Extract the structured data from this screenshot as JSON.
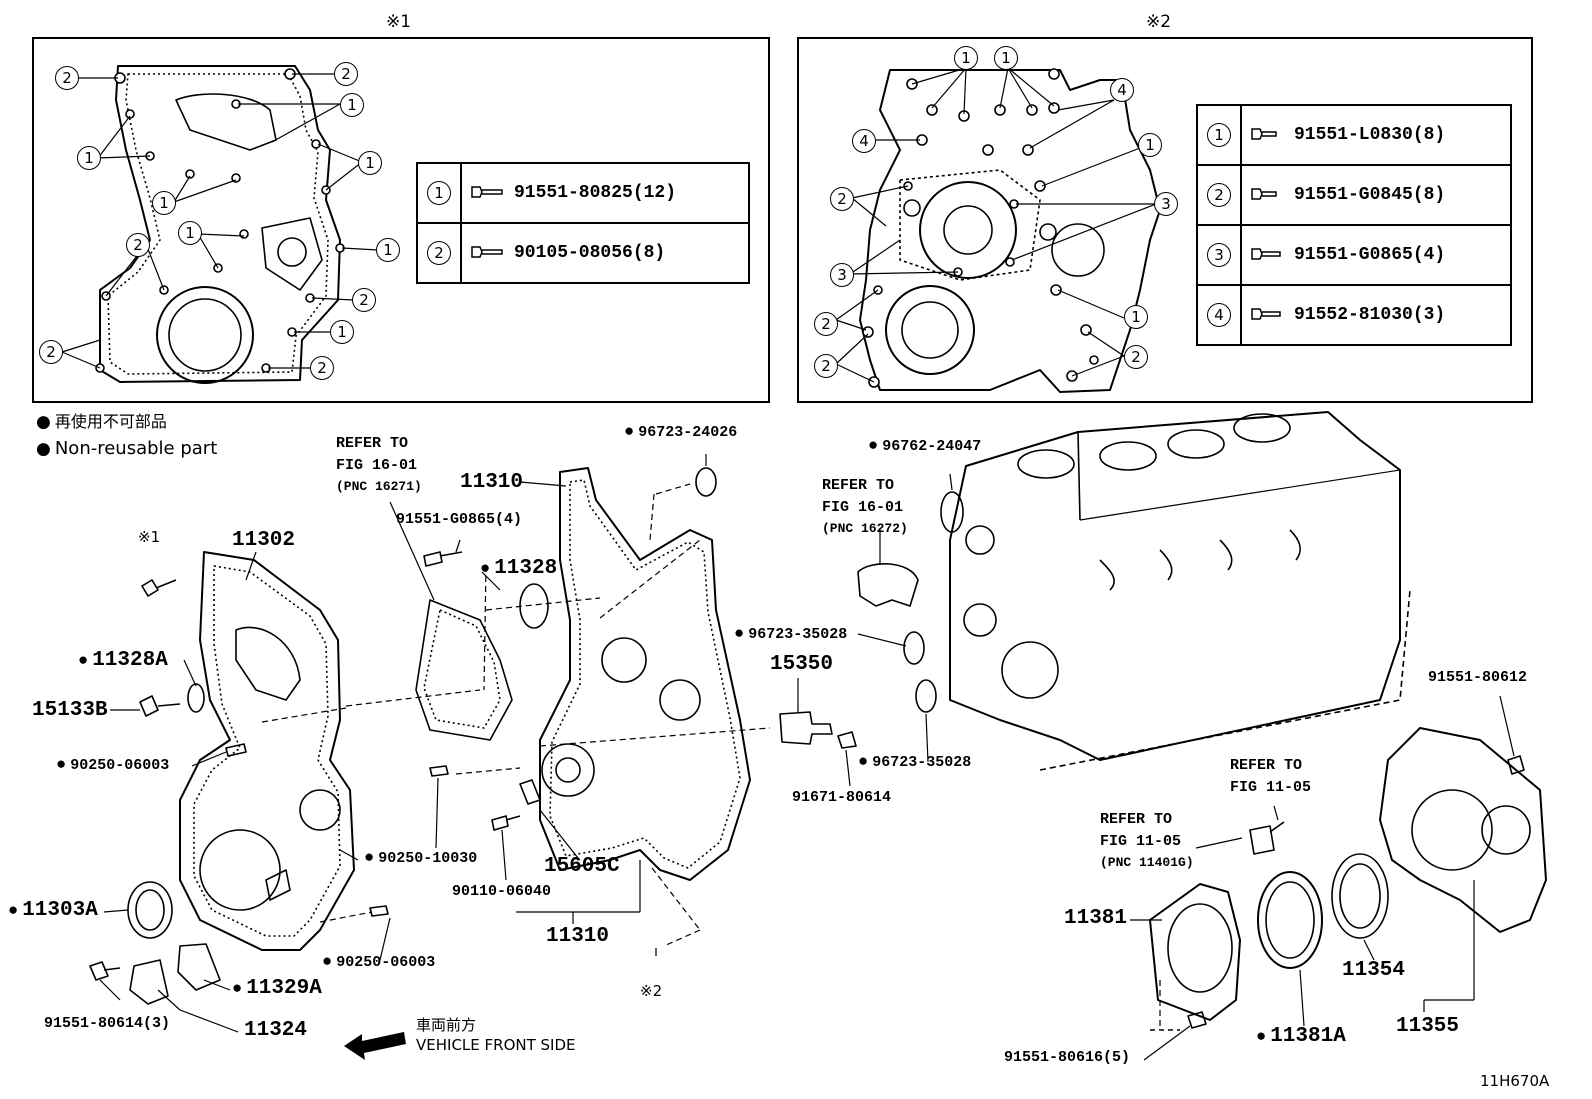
{
  "insets": [
    {
      "mark": "※1",
      "legend": [
        {
          "num": "1",
          "part": "91551-80825(12)"
        },
        {
          "num": "2",
          "part": "90105-08056(8)"
        }
      ]
    },
    {
      "mark": "※2",
      "legend": [
        {
          "num": "1",
          "part": "91551-L0830(8)"
        },
        {
          "num": "2",
          "part": "91551-G0845(8)"
        },
        {
          "num": "3",
          "part": "91551-G0865(4)"
        },
        {
          "num": "4",
          "part": "91552-81030(3)"
        }
      ]
    }
  ],
  "notes": {
    "jp": "再使用不可部品",
    "en": "Non-reusable part",
    "direction_jp": "車両前方",
    "direction_en": "VEHICLE FRONT SIDE",
    "fig_code": "11H670A"
  },
  "callouts": {
    "c1": "1",
    "c2": "2",
    "c3": "3",
    "c4": "4"
  },
  "parts": {
    "p11302": "11302",
    "p11328a": "11328A",
    "p15133b": "15133B",
    "p90250_06003a": "90250-06003",
    "p11303a": "11303A",
    "p91551_80614": "91551-80614(3)",
    "p11324": "11324",
    "p11329a": "11329A",
    "p90250_06003b": "90250-06003",
    "mark1": "※1",
    "mark2": "※2",
    "refer1_a": "REFER TO",
    "refer1_b": "FIG 16-01",
    "refer1_c": "(PNC 16271)",
    "p11310a": "11310",
    "p91551_g0865": "91551-G0865(4)",
    "p11328": "11328",
    "p96723_24026": "96723-24026",
    "p90250_10030": "90250-10030",
    "p90110_06040": "90110-06040",
    "p15605c": "15605C",
    "p11310b": "11310",
    "p96762_24047": "96762-24047",
    "refer2_a": "REFER TO",
    "refer2_b": "FIG 16-01",
    "refer2_c": "(PNC 16272)",
    "p96723_35028a": "96723-35028",
    "p15350": "15350",
    "p96723_35028b": "96723-35028",
    "p91671_80614": "91671-80614",
    "p91551_80612": "91551-80612",
    "refer3_a": "REFER TO",
    "refer3_b": "FIG 11-05",
    "refer4_a": "REFER TO",
    "refer4_b": "FIG 11-05",
    "refer4_c": "(PNC 11401G)",
    "p11381": "11381",
    "p11354": "11354",
    "p11355": "11355",
    "p11381a": "11381A",
    "p91551_80616": "91551-80616(5)"
  }
}
